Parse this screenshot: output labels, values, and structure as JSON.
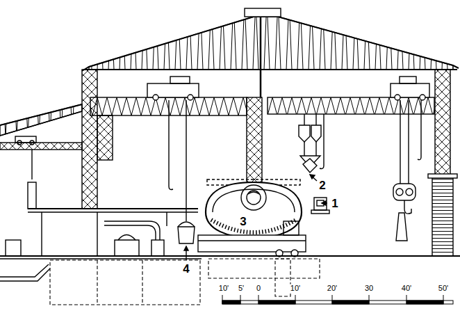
{
  "diagram": {
    "labels": [
      "1",
      "2",
      "3",
      "4",
      "10'",
      "5'",
      "0",
      "10'",
      "20'",
      "30",
      "40'",
      "50'"
    ]
  }
}
